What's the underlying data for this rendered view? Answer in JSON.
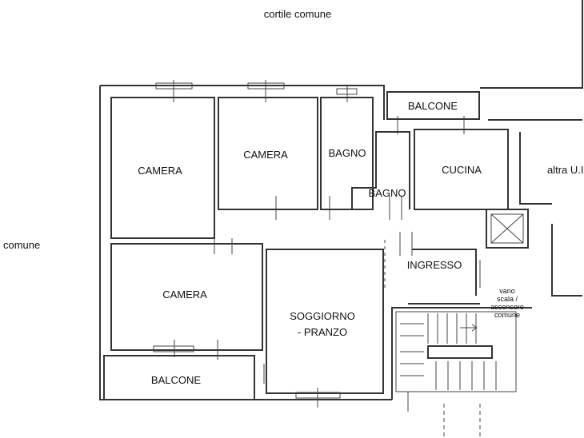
{
  "outside": {
    "courtyard": "cortile comune",
    "side": "comune",
    "other_unit": "altra U.I"
  },
  "rooms": {
    "camera_1": "CAMERA",
    "camera_2": "CAMERA",
    "camera_3": "CAMERA",
    "bagno_1": "BAGNO",
    "bagno_2": "BAGNO",
    "cucina": "CUCINA",
    "ingresso": "INGRESSO",
    "soggiorno_line1": "SOGGIORNO",
    "soggiorno_line2": "- PRANZO",
    "balcone_top": "BALCONE",
    "balcone_bottom": "BALCONE"
  },
  "stair_note": {
    "line1": "vano",
    "line2": "scala /",
    "line3": "ascensore",
    "line4": "comune"
  }
}
